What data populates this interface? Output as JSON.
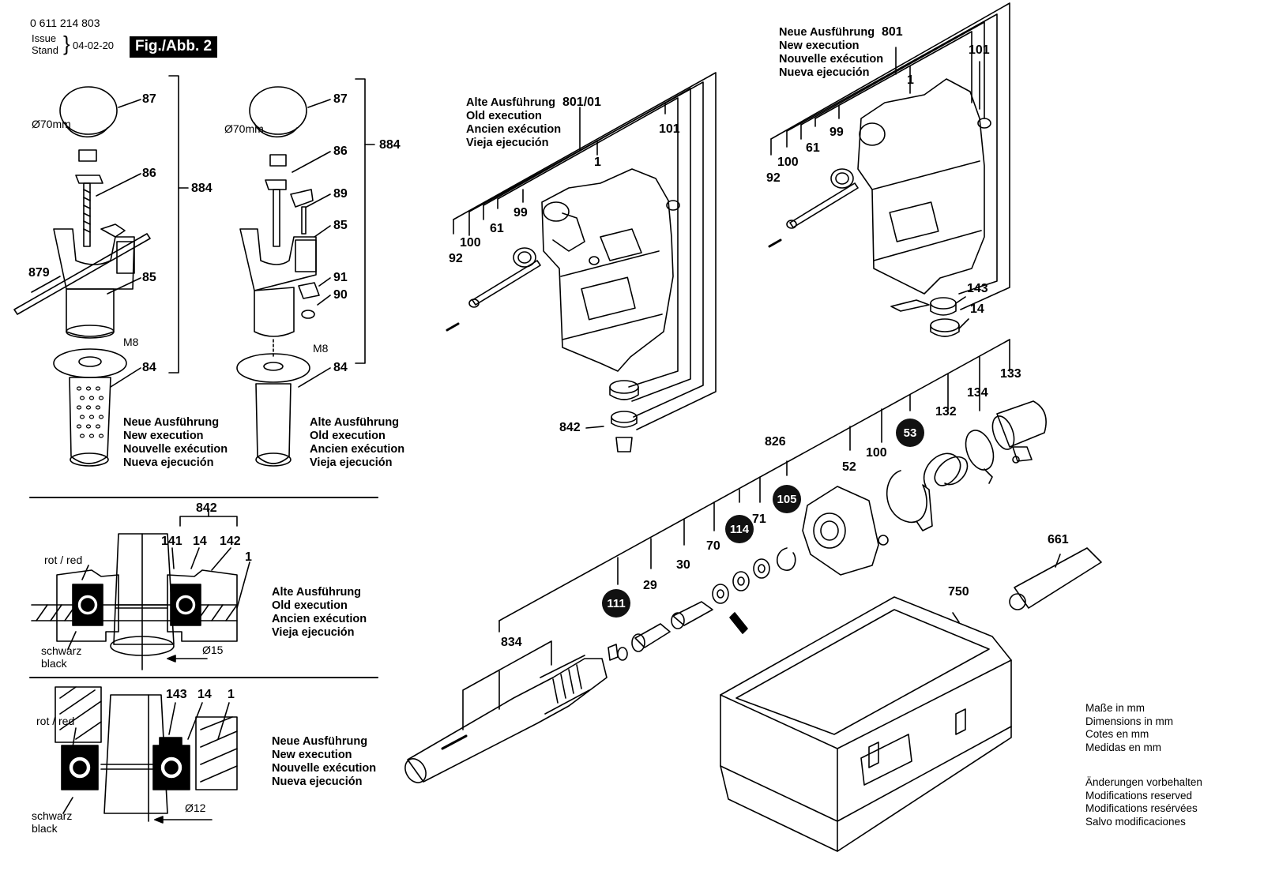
{
  "header": {
    "part_number": "0 611 214 803",
    "issue_line1": "Issue",
    "issue_line2": "Stand",
    "date": "04-02-20",
    "figure_label": "Fig./Abb. 2"
  },
  "labels": {
    "l87a": "87",
    "l86a": "86",
    "l884a": "884",
    "l879": "879",
    "l85a": "85",
    "l84a": "84",
    "m8a": "M8",
    "d70a": "Ø70mm",
    "l87b": "87",
    "l86b": "86",
    "l884b": "884",
    "l89": "89",
    "l85b": "85",
    "l91": "91",
    "l90": "90",
    "l84b": "84",
    "m8b": "M8",
    "d70b": "Ø70mm",
    "l80101": "801/01",
    "l1a": "1",
    "l101a": "101",
    "l99a": "99",
    "l61a": "61",
    "l100a": "100",
    "l92a": "92",
    "l842a": "842",
    "l801": "801",
    "l1b": "1",
    "l101b": "101",
    "l99b": "99",
    "l61b": "61",
    "l100b": "100",
    "l92b": "92",
    "l143a": "143",
    "l14a": "14",
    "l826": "826",
    "l52": "52",
    "l100c": "100",
    "l132": "132",
    "l134": "134",
    "l133": "133",
    "l71": "71",
    "l70": "70",
    "l30": "30",
    "l29": "29",
    "l834": "834",
    "l661": "661",
    "l750": "750",
    "l842b": "842",
    "l141": "141",
    "l14b": "14",
    "l142": "142",
    "l1c": "1",
    "rot1": "rot / red",
    "schwarz1": "schwarz",
    "black1": "black",
    "d15": "Ø15",
    "l143b": "143",
    "l14c": "14",
    "l1d": "1",
    "rot2": "rot / red",
    "schwarz2": "schwarz",
    "black2": "black",
    "d12": "Ø12"
  },
  "badges": {
    "b53": "53",
    "b105": "105",
    "b114": "114",
    "b111": "111"
  },
  "notes": {
    "neu1": "Neue Ausführung\nNew execution\nNouvelle exécution\nNueva ejecución",
    "alt1": "Alte Ausführung\nOld execution\nAncien exécution\nVieja ejecución",
    "alt2": "Alte Ausführung\nOld execution\nAncien exécution\nVieja ejecución",
    "neu2": "Neue Ausführung\nNew execution\nNouvelle exécution\nNueva ejecución",
    "alt3": "Alte Ausführung\nOld execution\nAncien exécution\nVieja ejecución",
    "neu3": "Neue Ausführung\nNew execution\nNouvelle exécution\nNueva ejecución",
    "dims": "Maße in mm\nDimensions in mm\nCotes en mm\nMedidas en mm",
    "mods": "Änderungen vorbehalten\nModifications reserved\nModifications resérvées\nSalvo modificaciones"
  }
}
